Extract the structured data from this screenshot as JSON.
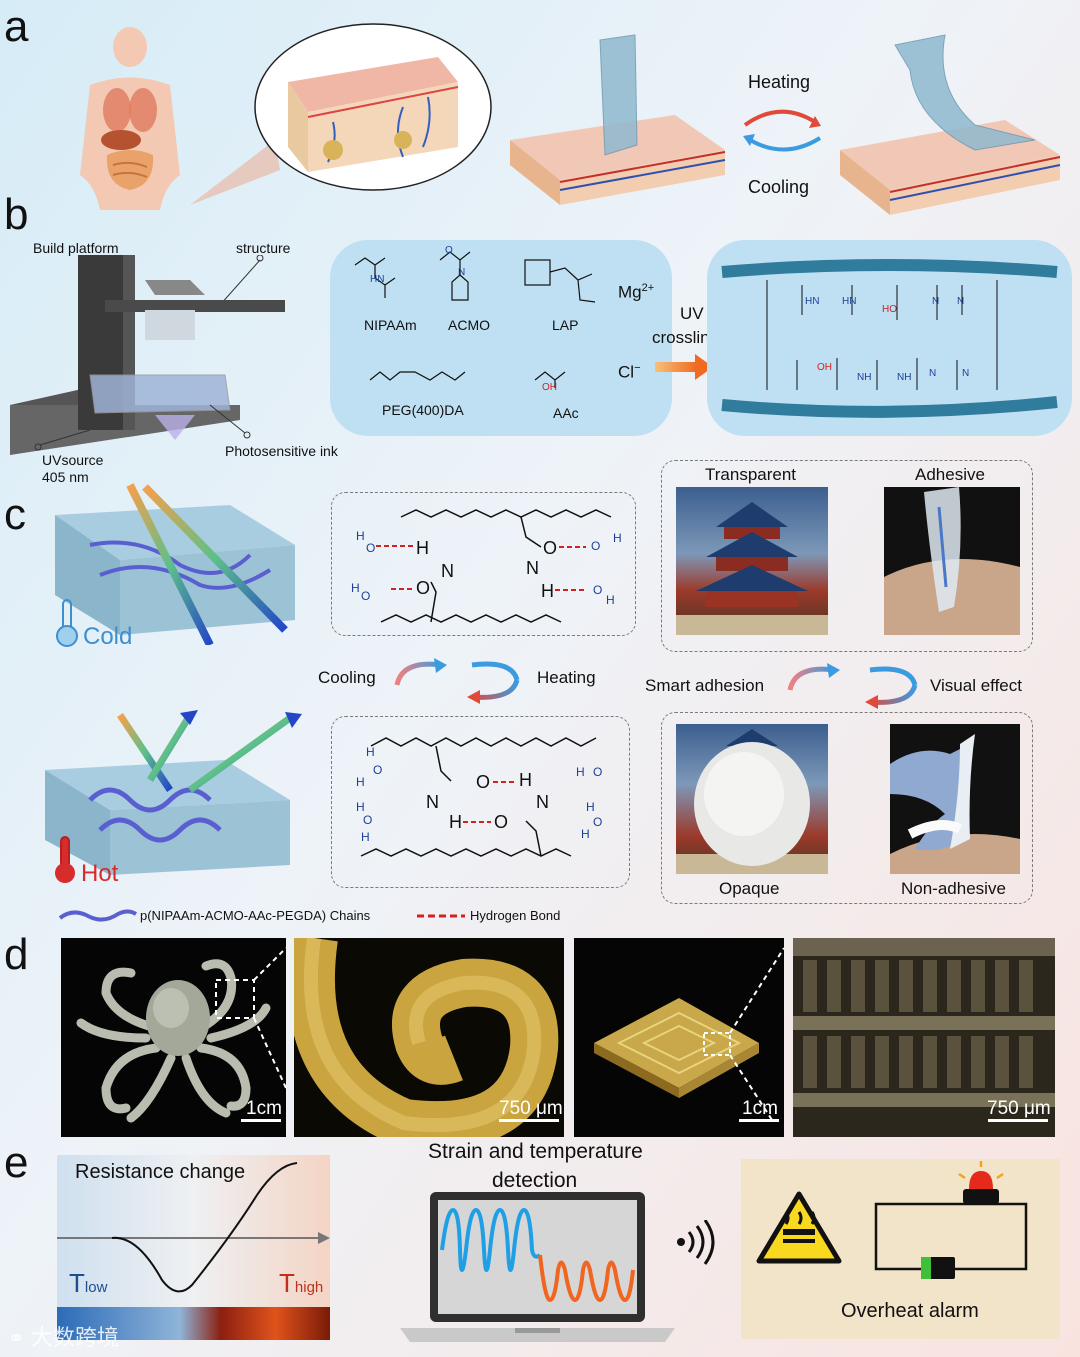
{
  "panels": {
    "a": "a",
    "b": "b",
    "c": "c",
    "d": "d",
    "e": "e"
  },
  "panel_a": {
    "heating": "Heating",
    "cooling": "Cooling"
  },
  "panel_b": {
    "build_platform": "Build platform",
    "structure": "structure",
    "uv_source": "UVsource",
    "wavelength": "405 nm",
    "photosensitive_ink": "Photosensitive ink",
    "monomers": {
      "nipaam": "NIPAAm",
      "acmo": "ACMO",
      "lap": "LAP",
      "mg": "Mg",
      "mg_charge": "2+",
      "pegda": "PEG(400)DA",
      "aac": "AAc",
      "cl": "Cl",
      "cl_charge": "−"
    },
    "uv": "UV",
    "crosslinking": "crosslinling"
  },
  "panel_c": {
    "cold": "Cold",
    "hot": "Hot",
    "cooling": "Cooling",
    "heating": "Heating",
    "transparent": "Transparent",
    "adhesive": "Adhesive",
    "smart_adhesion": "Smart adhesion",
    "visual_effect": "Visual effect",
    "opaque": "Opaque",
    "non_adhesive": "Non-adhesive",
    "legend_chains": "p(NIPAAm-ACMO-AAc-PEGDA) Chains",
    "legend_hbond": "Hydrogen Bond"
  },
  "panel_d": {
    "scale1": "1cm",
    "scale2": "750 μm",
    "scale3": "1cm",
    "scale4": "750 μm"
  },
  "panel_e": {
    "resistance_change": "Resistance change",
    "t_low_T": "T",
    "t_low_sub": "low",
    "t_high_T": "T",
    "t_high_sub": "high",
    "strain_title_1": "Strain and temperature",
    "strain_title_2": "detection",
    "overheat_alarm": "Overheat alarm"
  },
  "watermark": "大数跨境",
  "colors": {
    "cold_blue": "#3d8fcf",
    "hot_red": "#d62c2c",
    "hbond": "#d32020",
    "chain": "#5a5fd0",
    "signal_blue": "#1fa0e6",
    "signal_orange": "#f0651f"
  }
}
